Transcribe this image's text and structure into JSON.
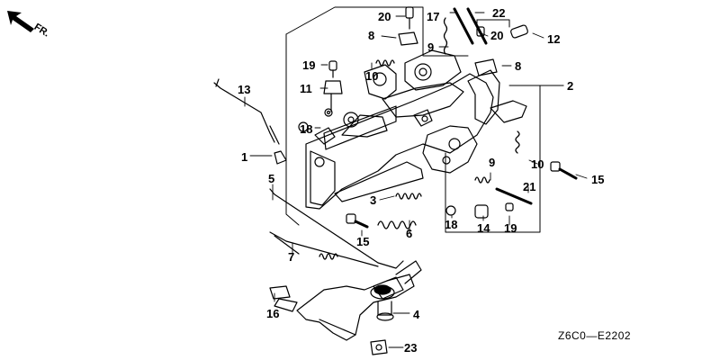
{
  "diagram": {
    "direction_label": "FR.",
    "drawing_code": "Z6C0—E2202",
    "callouts": {
      "c1": "1",
      "c2": "2",
      "c3": "3",
      "c4": "4",
      "c5": "5",
      "c6": "6",
      "c7": "7",
      "c8a": "8",
      "c8b": "8",
      "c9a": "9",
      "c9b": "9",
      "c10a": "10",
      "c10b": "10",
      "c11": "11",
      "c12": "12",
      "c13": "13",
      "c14": "14",
      "c15a": "15",
      "c15b": "15",
      "c16": "16",
      "c17": "17",
      "c18a": "18",
      "c18b": "18",
      "c19a": "19",
      "c19b": "19",
      "c20a": "20",
      "c20b": "20",
      "c21": "21",
      "c22": "22",
      "c23": "23"
    },
    "colors": {
      "ink": "#000000",
      "paper": "#ffffff"
    }
  }
}
